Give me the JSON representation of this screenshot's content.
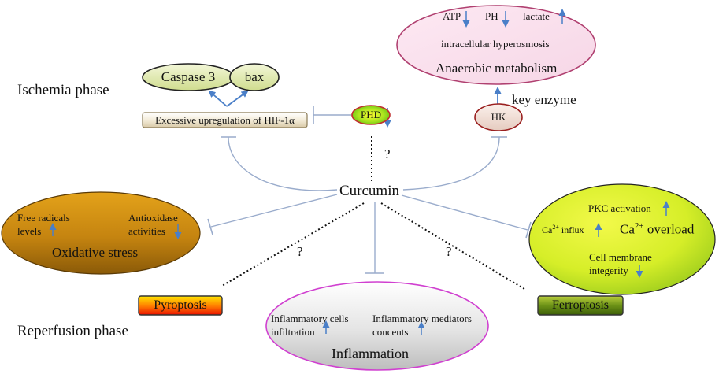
{
  "phases": {
    "ischemia": "Ischemia phase",
    "reperfusion": "Reperfusion phase"
  },
  "center": "Curcumin",
  "unknown_mark": "?",
  "anaerobic": {
    "title": "Anaerobic metabolism",
    "subtitle": "intracellular hyperosmosis",
    "atp": "ATP",
    "ph": "PH",
    "lactate": "lactate"
  },
  "key_enzyme": "key enzyme",
  "hk": "HK",
  "phd": "PHD",
  "hif": "Excessive upregulation of HIF-1α",
  "caspase": "Caspase 3",
  "bax": "bax",
  "oxidative": {
    "title": "Oxidative stress",
    "free_radicals_line1": "Free radicals",
    "free_radicals_line2": "levels",
    "antioxidase_line1": "Antioxidase",
    "antioxidase_line2": "activities"
  },
  "calcium": {
    "pkc": "PKC activation",
    "influx": "influx",
    "overload": "overload",
    "ca": "Ca",
    "charge": "2+",
    "membrane_line1": "Cell membrane",
    "membrane_line2": "integerity"
  },
  "inflammation": {
    "title": "Inflammation",
    "cells_line1": "Inflammatory cells",
    "cells_line2": "infiltration",
    "mediators_line1": "Inflammatory mediators",
    "mediators_line2": "concents"
  },
  "pyroptosis": "Pyroptosis",
  "ferroptosis": "Ferroptosis",
  "colors": {
    "arrow_blue": "#4a7fc8",
    "inhibit_line": "#9aaccc",
    "anaerobic_border": "#b04070",
    "inflammation_border": "#d040d0"
  }
}
